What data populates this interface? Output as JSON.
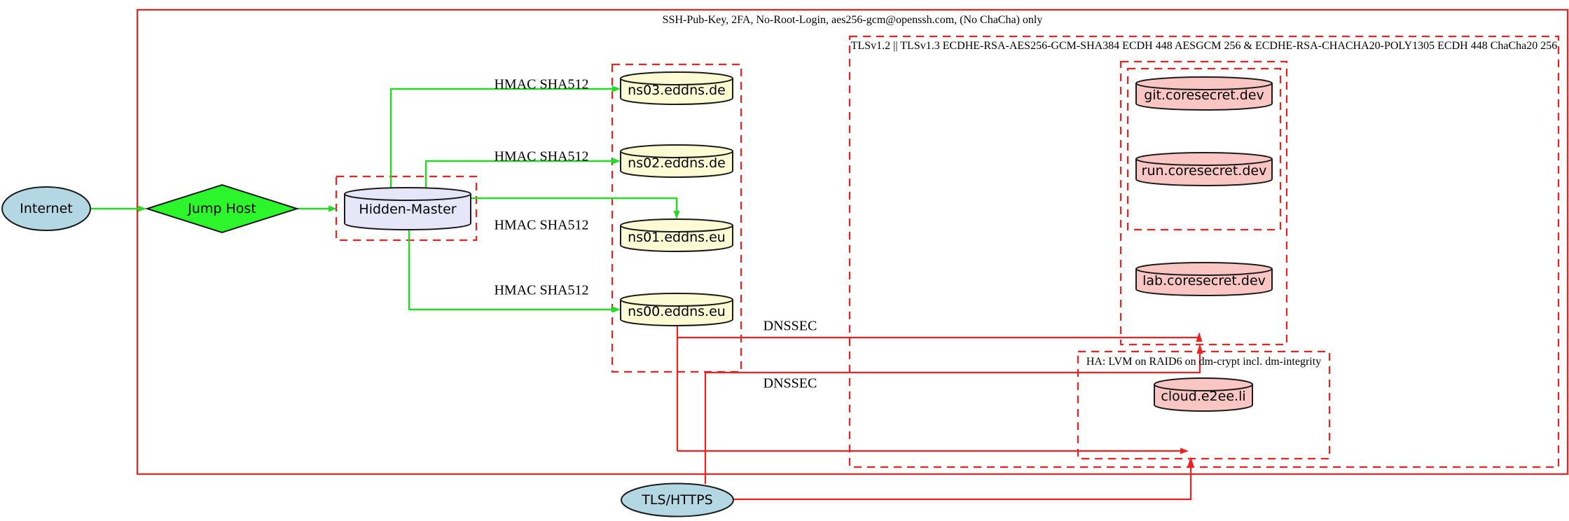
{
  "diagram": {
    "clusters": {
      "ssh_label": "SSH-Pub-Key, 2FA, No-Root-Login, aes256-gcm@openssh.com, (No ChaCha) only",
      "tls_label": "TLSv1.2 || TLSv1.3 ECDHE-RSA-AES256-GCM-SHA384 ECDH 448 AESGCM 256 & ECDHE-RSA-CHACHA20-POLY1305 ECDH 448 ChaCha20 256",
      "ha_label": "HA: LVM on RAID6 on dm-crypt incl. dm-integrity"
    },
    "nodes": {
      "internet": "Internet",
      "jump_host": "Jump Host",
      "hidden_master": "Hidden-Master",
      "ns03": "ns03.eddns.de",
      "ns02": "ns02.eddns.de",
      "ns01": "ns01.eddns.eu",
      "ns00": "ns00.eddns.eu",
      "git": "git.coresecret.dev",
      "run": "run.coresecret.dev",
      "lab": "lab.coresecret.dev",
      "cloud": "cloud.e2ee.li",
      "tls": "TLS/HTTPS"
    },
    "edge_labels": {
      "hmac": "HMAC SHA512",
      "dnssec": "DNSSEC"
    },
    "colors": {
      "cluster_red": "#ef2020",
      "edge_green": "#22dd22",
      "node_green": "#2cf52c",
      "node_lightblue": "#b4d7e4",
      "node_lavender": "#e6e6f8",
      "node_lightyellow": "#fdfbd4",
      "node_pink": "#f9c6c3"
    }
  }
}
